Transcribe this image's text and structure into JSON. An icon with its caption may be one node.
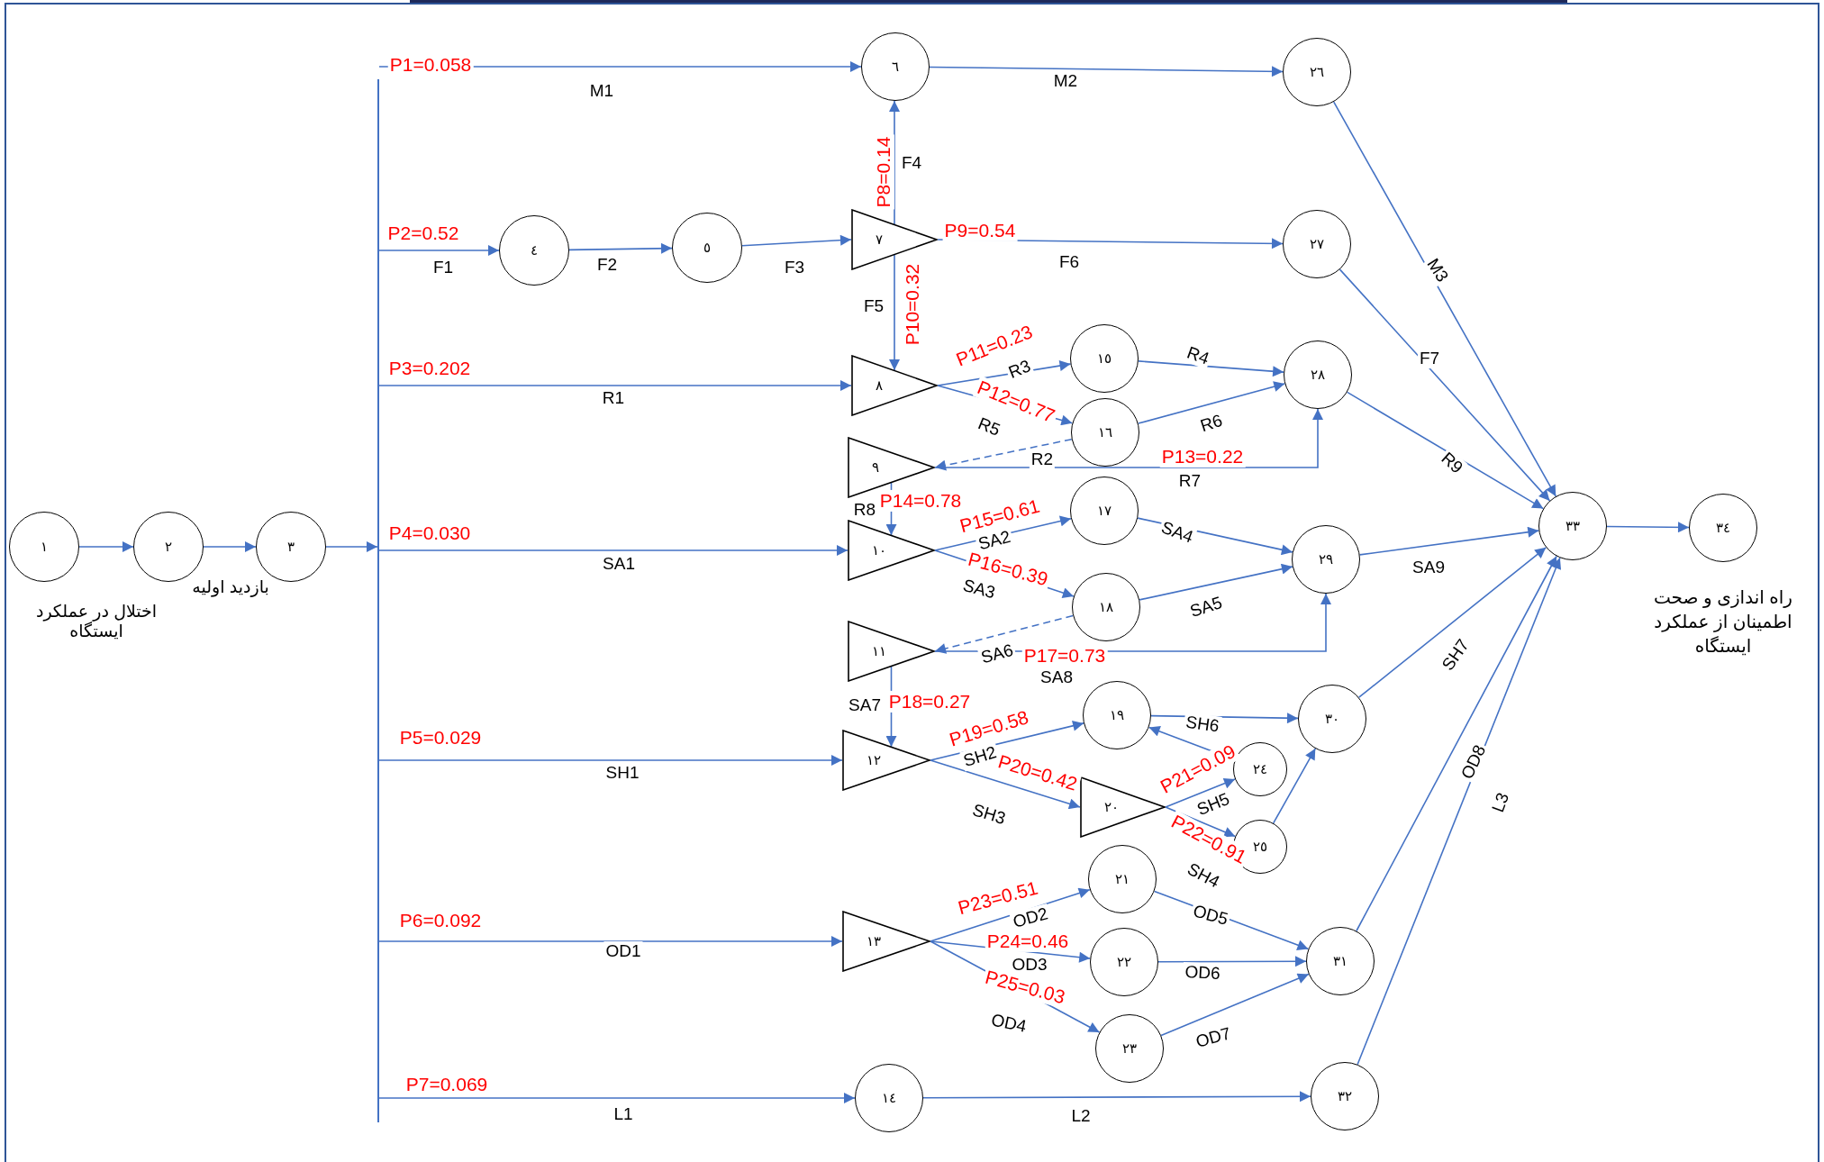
{
  "diagram": {
    "nodes": [
      {
        "text": [
          "١"
        ]
      },
      {
        "text": [
          "٢"
        ]
      },
      {
        "text": [
          "٣"
        ]
      },
      {
        "text": [
          "٤"
        ]
      },
      {
        "text": [
          "٥"
        ]
      },
      {
        "text": [
          "٦"
        ]
      },
      {
        "text": [
          "٧"
        ]
      },
      {
        "text": [
          "٨"
        ]
      },
      {
        "text": [
          "٩"
        ]
      },
      {
        "text": [
          "١٠"
        ]
      },
      {
        "text": [
          "١١"
        ]
      },
      {
        "text": [
          "١٢"
        ]
      },
      {
        "text": [
          "١٣"
        ]
      },
      {
        "text": [
          "١٤"
        ]
      },
      {
        "text": [
          "١٥"
        ]
      },
      {
        "text": [
          "١٦"
        ]
      },
      {
        "text": [
          "١٧"
        ]
      },
      {
        "text": [
          "١٨"
        ]
      },
      {
        "text": [
          "١٩"
        ]
      },
      {
        "text": [
          "٢٠"
        ]
      },
      {
        "text": [
          "٢١"
        ]
      },
      {
        "text": [
          "٢٢"
        ]
      },
      {
        "text": [
          "٢٣"
        ]
      },
      {
        "text": [
          "٢٤"
        ]
      },
      {
        "text": [
          "٢٥"
        ]
      },
      {
        "text": [
          "٢٦"
        ]
      },
      {
        "text": [
          "٢٧"
        ]
      },
      {
        "text": [
          "٢٨"
        ]
      },
      {
        "text": [
          "٢٩"
        ]
      },
      {
        "text": [
          "٣٠"
        ]
      },
      {
        "text": [
          "٣١"
        ]
      },
      {
        "text": [
          "٣٢"
        ]
      },
      {
        "text": [
          "٣٣"
        ]
      },
      {
        "text": [
          "٣٤"
        ],
        "beside": [
          "راه اندازی و صحت اطمینان از عملکرد ایستگاه"
        ]
      },
      {
        "text": [],
        "shape": "bar"
      }
    ],
    "edges": [
      {
        "from": 0,
        "to": 1,
        "arrow": "to",
        "label": "اختلال در عملکرد ایستگاه"
      },
      {
        "from": 1,
        "to": 2,
        "arrow": "to",
        "label": "بازدید اولیه"
      },
      {
        "from": 2,
        "to": 34,
        "arrow": "to"
      },
      {
        "from": 34,
        "to": 5,
        "arrow": "to",
        "label": "M1"
      },
      {
        "from": 34,
        "to": 3,
        "arrow": "to",
        "label": "F1"
      },
      {
        "from": 34,
        "to": 7,
        "arrow": "to",
        "label": "R1"
      },
      {
        "from": 34,
        "to": 9,
        "arrow": "to",
        "label": "SA1"
      },
      {
        "from": 34,
        "to": 11,
        "arrow": "to",
        "label": "SH1"
      },
      {
        "from": 34,
        "to": 12,
        "arrow": "to",
        "label": "OD1"
      },
      {
        "from": 34,
        "to": 13,
        "arrow": "to",
        "label": "L1"
      },
      {
        "from": 3,
        "to": 4,
        "arrow": "to",
        "label": "F2"
      },
      {
        "from": 4,
        "to": 6,
        "arrow": "to",
        "label": "F3"
      },
      {
        "from": 6,
        "to": 5,
        "arrow": "to",
        "label": "F4"
      },
      {
        "from": 6,
        "to": 26,
        "arrow": "to",
        "label": "F6"
      },
      {
        "from": 6,
        "to": 7,
        "arrow": "to",
        "label": "F5"
      },
      {
        "from": 5,
        "to": 25,
        "arrow": "to",
        "label": "M2"
      },
      {
        "from": 7,
        "to": 14,
        "arrow": "to",
        "label": "R3"
      },
      {
        "from": 7,
        "to": 15,
        "arrow": "to",
        "label": "R5"
      },
      {
        "from": 15,
        "to": 8,
        "arrow": "to",
        "label": "R2",
        "style": "dashed"
      },
      {
        "from": 14,
        "to": 27,
        "arrow": "to",
        "label": "R4"
      },
      {
        "from": 15,
        "to": 27,
        "arrow": "to",
        "label": "R6"
      },
      {
        "from": 8,
        "to": 27,
        "arrow": "to",
        "label": "R7"
      },
      {
        "from": 8,
        "to": 9,
        "arrow": "to",
        "label": "R8"
      },
      {
        "from": 9,
        "to": 16,
        "arrow": "to",
        "label": "SA2"
      },
      {
        "from": 9,
        "to": 17,
        "arrow": "to",
        "label": "SA3"
      },
      {
        "from": 17,
        "to": 10,
        "arrow": "to",
        "label": "SA6",
        "style": "dashed"
      },
      {
        "from": 16,
        "to": 28,
        "arrow": "to",
        "label": "SA4"
      },
      {
        "from": 17,
        "to": 28,
        "arrow": "to",
        "label": "SA5"
      },
      {
        "from": 10,
        "to": 28,
        "arrow": "to",
        "label": "SA8"
      },
      {
        "from": 10,
        "to": 11,
        "arrow": "to",
        "label": "SA7"
      },
      {
        "from": 11,
        "to": 18,
        "arrow": "to",
        "label": "SH2"
      },
      {
        "from": 11,
        "to": 19,
        "arrow": "to",
        "label": "SH3"
      },
      {
        "from": 19,
        "to": 23,
        "arrow": "to",
        "label": "SH5"
      },
      {
        "from": 19,
        "to": 24,
        "arrow": "to",
        "label": "SH4"
      },
      {
        "from": 23,
        "to": 18,
        "arrow": "to"
      },
      {
        "from": 18,
        "to": 29,
        "arrow": "to",
        "label": "SH6"
      },
      {
        "from": 24,
        "to": 29,
        "arrow": "to"
      },
      {
        "from": 12,
        "to": 20,
        "arrow": "to",
        "label": "OD2"
      },
      {
        "from": 12,
        "to": 21,
        "arrow": "to",
        "label": "OD3"
      },
      {
        "from": 12,
        "to": 22,
        "arrow": "to",
        "label": "OD4"
      },
      {
        "from": 20,
        "to": 30,
        "arrow": "to",
        "label": "OD5"
      },
      {
        "from": 21,
        "to": 30,
        "arrow": "to",
        "label": "OD6"
      },
      {
        "from": 22,
        "to": 30,
        "arrow": "to",
        "label": "OD7"
      },
      {
        "from": 13,
        "to": 31,
        "arrow": "to",
        "label": "L2"
      },
      {
        "from": 25,
        "to": 32,
        "arrow": "to",
        "label": "M3"
      },
      {
        "from": 26,
        "to": 32,
        "arrow": "to",
        "label": "F7"
      },
      {
        "from": 27,
        "to": 32,
        "arrow": "to",
        "label": "R9"
      },
      {
        "from": 28,
        "to": 32,
        "arrow": "to",
        "label": "SA9"
      },
      {
        "from": 29,
        "to": 32,
        "arrow": "to",
        "label": "SH7"
      },
      {
        "from": 30,
        "to": 32,
        "arrow": "to",
        "label": "OD8"
      },
      {
        "from": 31,
        "to": 32,
        "arrow": "to",
        "label": "L3"
      },
      {
        "from": 32,
        "to": 33,
        "arrow": "to"
      }
    ],
    "labels": [
      "P1=0.058",
      "P2=0.52",
      "P3=0.202",
      "P4=0.030",
      "P5=0.029",
      "P6=0.092",
      "P7=0.069",
      "P8=0.14",
      "P9=0.54",
      "P10=0.32",
      "P11=0.23",
      "P12=0.77",
      "P13=0.22",
      "P14=0.78",
      "P15=0.61",
      "P16=0.39",
      "P17=0.73",
      "P18=0.27",
      "P19=0.58",
      "P20=0.42",
      "P21=0.09",
      "P22=0.91",
      "P23=0.51",
      "P24=0.46",
      "P25=0.03"
    ]
  }
}
